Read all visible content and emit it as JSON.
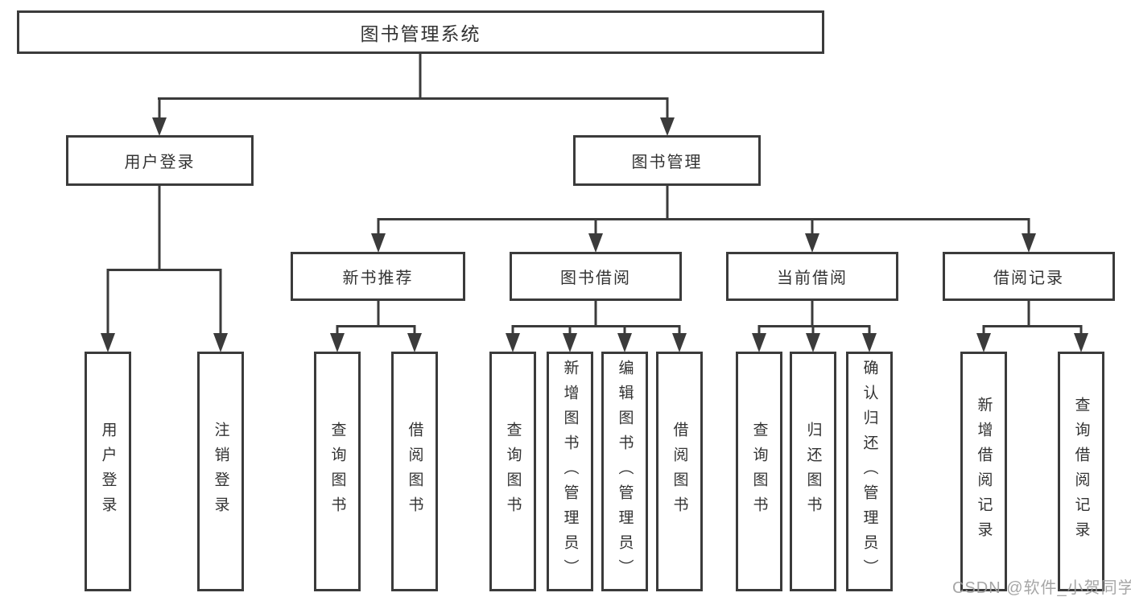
{
  "tree": {
    "root": "图书管理系统",
    "level2": [
      "用户登录",
      "图书管理"
    ],
    "level3": [
      "新书推荐",
      "图书借阅",
      "当前借阅",
      "借阅记录"
    ],
    "leaves": {
      "login": [
        "用户登录",
        "注销登录"
      ],
      "new_book": [
        "查询图书",
        "借阅图书"
      ],
      "book_borrow": [
        "查询图书",
        "新增图书（管理员）",
        "编辑图书（管理员）",
        "借阅图书"
      ],
      "current_borrow": [
        "查询图书",
        "归还图书",
        "确认归还（管理员）"
      ],
      "borrow_records": [
        "新增借阅记录",
        "查询借阅记录"
      ]
    }
  },
  "watermark": "CSDN @软件_小贺同学",
  "colors": {
    "line": "#3b3b3b",
    "text": "#333333",
    "watermark": "#9e9e9e",
    "background": "#ffffff"
  }
}
